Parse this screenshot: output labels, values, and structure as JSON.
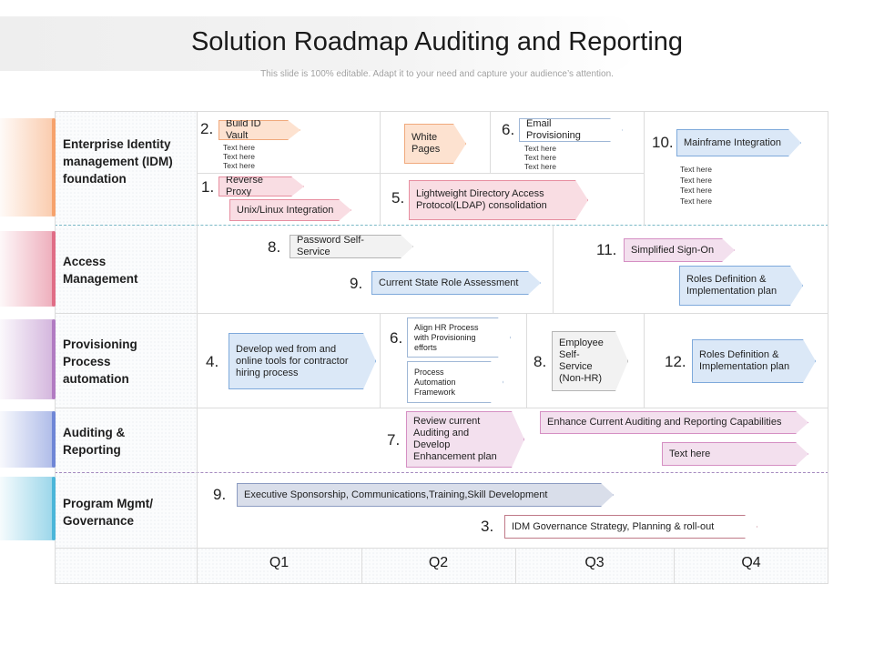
{
  "title": "Solution Roadmap Auditing and Reporting",
  "subtitle": "This slide is 100% editable. Adapt it to your need and capture your audience’s attention.",
  "rows": [
    {
      "label": "Enterprise Identity management (IDM) foundation",
      "color": "#f6a26c"
    },
    {
      "label": "Access Management",
      "color": "#e06d86"
    },
    {
      "label": "Provisioning Process automation",
      "color": "#b17bc2"
    },
    {
      "label": "Auditing & Reporting",
      "color": "#6f86d6"
    },
    {
      "label": "Program Mgmt/ Governance",
      "color": "#4bb6d9"
    }
  ],
  "quarters": [
    "Q1",
    "Q2",
    "Q3",
    "Q4"
  ],
  "items": {
    "build_id_vault": {
      "num": "2.",
      "label": "Build ID Vault"
    },
    "reverse_proxy": {
      "num": "1.",
      "label": "Reverse Proxy"
    },
    "unix_linux": {
      "label": "Unix/Linux Integration"
    },
    "white_pages": {
      "label": "White Pages"
    },
    "email_provisioning": {
      "num": "6.",
      "label": "Email Provisioning"
    },
    "ldap": {
      "num": "5.",
      "label": "Lightweight Directory Access Protocol(LDAP) consolidation"
    },
    "mainframe": {
      "num": "10.",
      "label": "Mainframe Integration"
    },
    "password_self_service": {
      "num": "8.",
      "label": "Password Self-Service"
    },
    "role_assessment": {
      "num": "9.",
      "label": "Current State Role Assessment"
    },
    "simplified_sign_on": {
      "num": "11.",
      "label": "Simplified Sign-On"
    },
    "roles_def_access": {
      "label": "Roles Definition & Implementation plan"
    },
    "develop_web": {
      "num": "4.",
      "label": "Develop wed from and online tools for contractor hiring process"
    },
    "align_hr": {
      "num": "6.",
      "label": "Align HR Process with Provisioning efforts"
    },
    "process_automation": {
      "label": "Process Automation Framework"
    },
    "employee_self_service": {
      "num": "8.",
      "label": "Employee Self-Service (Non-HR)"
    },
    "roles_def_prov": {
      "num": "12.",
      "label": "Roles Definition & Implementation plan"
    },
    "review_auditing": {
      "num": "7.",
      "label": "Review current Auditing and Develop Enhancement plan"
    },
    "enhance_auditing": {
      "label": "Enhance Current Auditing and Reporting Capabilities"
    },
    "text_here_arrow": {
      "label": "Text here"
    },
    "exec_sponsorship": {
      "num": "9.",
      "label": "Executive Sponsorship, Communications,Training,Skill Development"
    },
    "idm_governance": {
      "num": "3.",
      "label": "IDM Governance Strategy, Planning & roll-out"
    }
  },
  "placeholder_text": "Text here"
}
